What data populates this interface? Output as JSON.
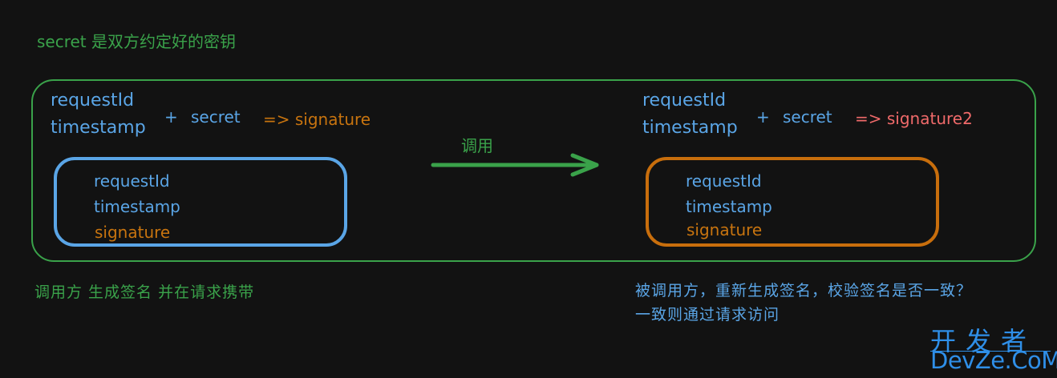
{
  "header_note": "secret 是双方约定好的密钥",
  "caller": {
    "formula": {
      "inputs": [
        "requestId",
        "timestamp"
      ],
      "plus": "+",
      "secret": "secret",
      "result": "=> signature"
    },
    "request_fields": [
      "requestId",
      "timestamp",
      "signature"
    ],
    "caption": "调用方 生成签名 并在请求携带"
  },
  "arrow_label": "调用",
  "callee": {
    "formula": {
      "inputs": [
        "requestId",
        "timestamp"
      ],
      "plus": "+",
      "secret": "secret",
      "result": "=> signature2"
    },
    "request_fields": [
      "requestId",
      "timestamp",
      "signature"
    ],
    "caption_lines": [
      "被调用方，重新生成签名，校验签名是否一致？",
      "一致则通过请求访问"
    ]
  },
  "watermark": {
    "cn": "开发者",
    "en": "DevZe.CoM"
  },
  "colors": {
    "background": "#121212",
    "green": "#3aa24a",
    "blue": "#5aa5e6",
    "orange": "#c8740f",
    "red": "#f06a6a"
  }
}
